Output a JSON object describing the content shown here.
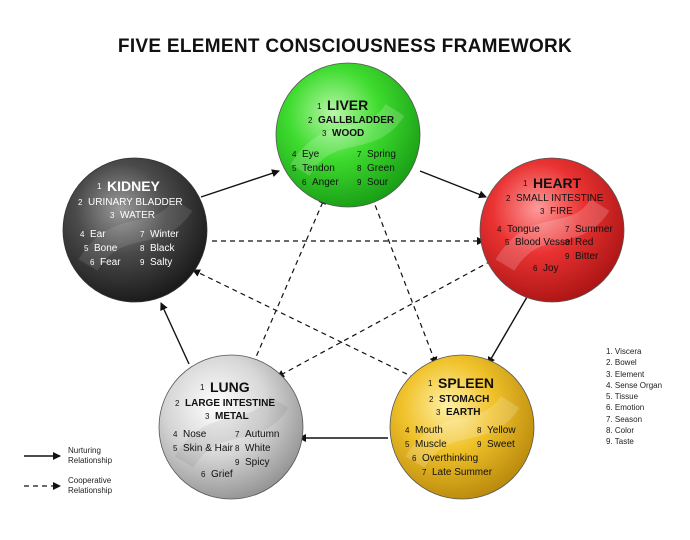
{
  "title": "FIVE ELEMENT CONSCIOUSNESS FRAMEWORK",
  "colors": {
    "liver": "#22cc22",
    "heart": "#dd2222",
    "spleen": "#e3b114",
    "lung": "#c8c8c8",
    "kidney": "#3a3a3a"
  },
  "elements": {
    "liver": {
      "viscera": "LIVER",
      "bowel": "GALLBLADDER",
      "element": "WOOD",
      "sense_organ": "Eye",
      "tissue": "Tendon",
      "emotion": "Anger",
      "season": "Spring",
      "color": "Green",
      "taste": "Sour"
    },
    "heart": {
      "viscera": "HEART",
      "bowel": "SMALL INTESTINE",
      "element": "FIRE",
      "sense_organ": "Tongue",
      "tissue": "Blood Vessel",
      "emotion": "Joy",
      "season": "Summer",
      "color": "Red",
      "taste": "Bitter"
    },
    "spleen": {
      "viscera": "SPLEEN",
      "bowel": "STOMACH",
      "element": "EARTH",
      "sense_organ": "Mouth",
      "tissue": "Muscle",
      "emotion": "Overthinking",
      "season": "Late Summer",
      "color": "Yellow",
      "taste": "Sweet"
    },
    "lung": {
      "viscera": "LUNG",
      "bowel": "LARGE INTESTINE",
      "element": "METAL",
      "sense_organ": "Nose",
      "tissue": "Skin & Hair",
      "emotion": "Grief",
      "season": "Autumn",
      "color": "White",
      "taste": "Spicy"
    },
    "kidney": {
      "viscera": "KIDNEY",
      "bowel": "URINARY BLADDER",
      "element": "WATER",
      "sense_organ": "Ear",
      "tissue": "Bone",
      "emotion": "Fear",
      "season": "Winter",
      "color": "Black",
      "taste": "Salty"
    }
  },
  "legend": {
    "nurturing": "Nurturing Relationship",
    "cooperative": "Cooperative Relationship"
  },
  "key": [
    "1. Viscera",
    "2. Bowel",
    "3. Element",
    "4. Sense Organ",
    "5. Tissue",
    "6. Emotion",
    "7. Season",
    "8. Color",
    "9. Taste"
  ]
}
